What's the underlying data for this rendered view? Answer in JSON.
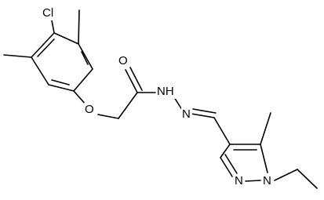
{
  "molecule": {
    "atoms": {
      "cl": "Cl",
      "o_carbonyl": "O",
      "o_ether": "O",
      "nh": "NH",
      "n_hydrazone": "N",
      "n_pyrazole_2": "N",
      "n_pyrazole_1": "N"
    },
    "colors": {
      "bond": "#000000",
      "text": "#000000",
      "background": "#ffffff"
    }
  }
}
